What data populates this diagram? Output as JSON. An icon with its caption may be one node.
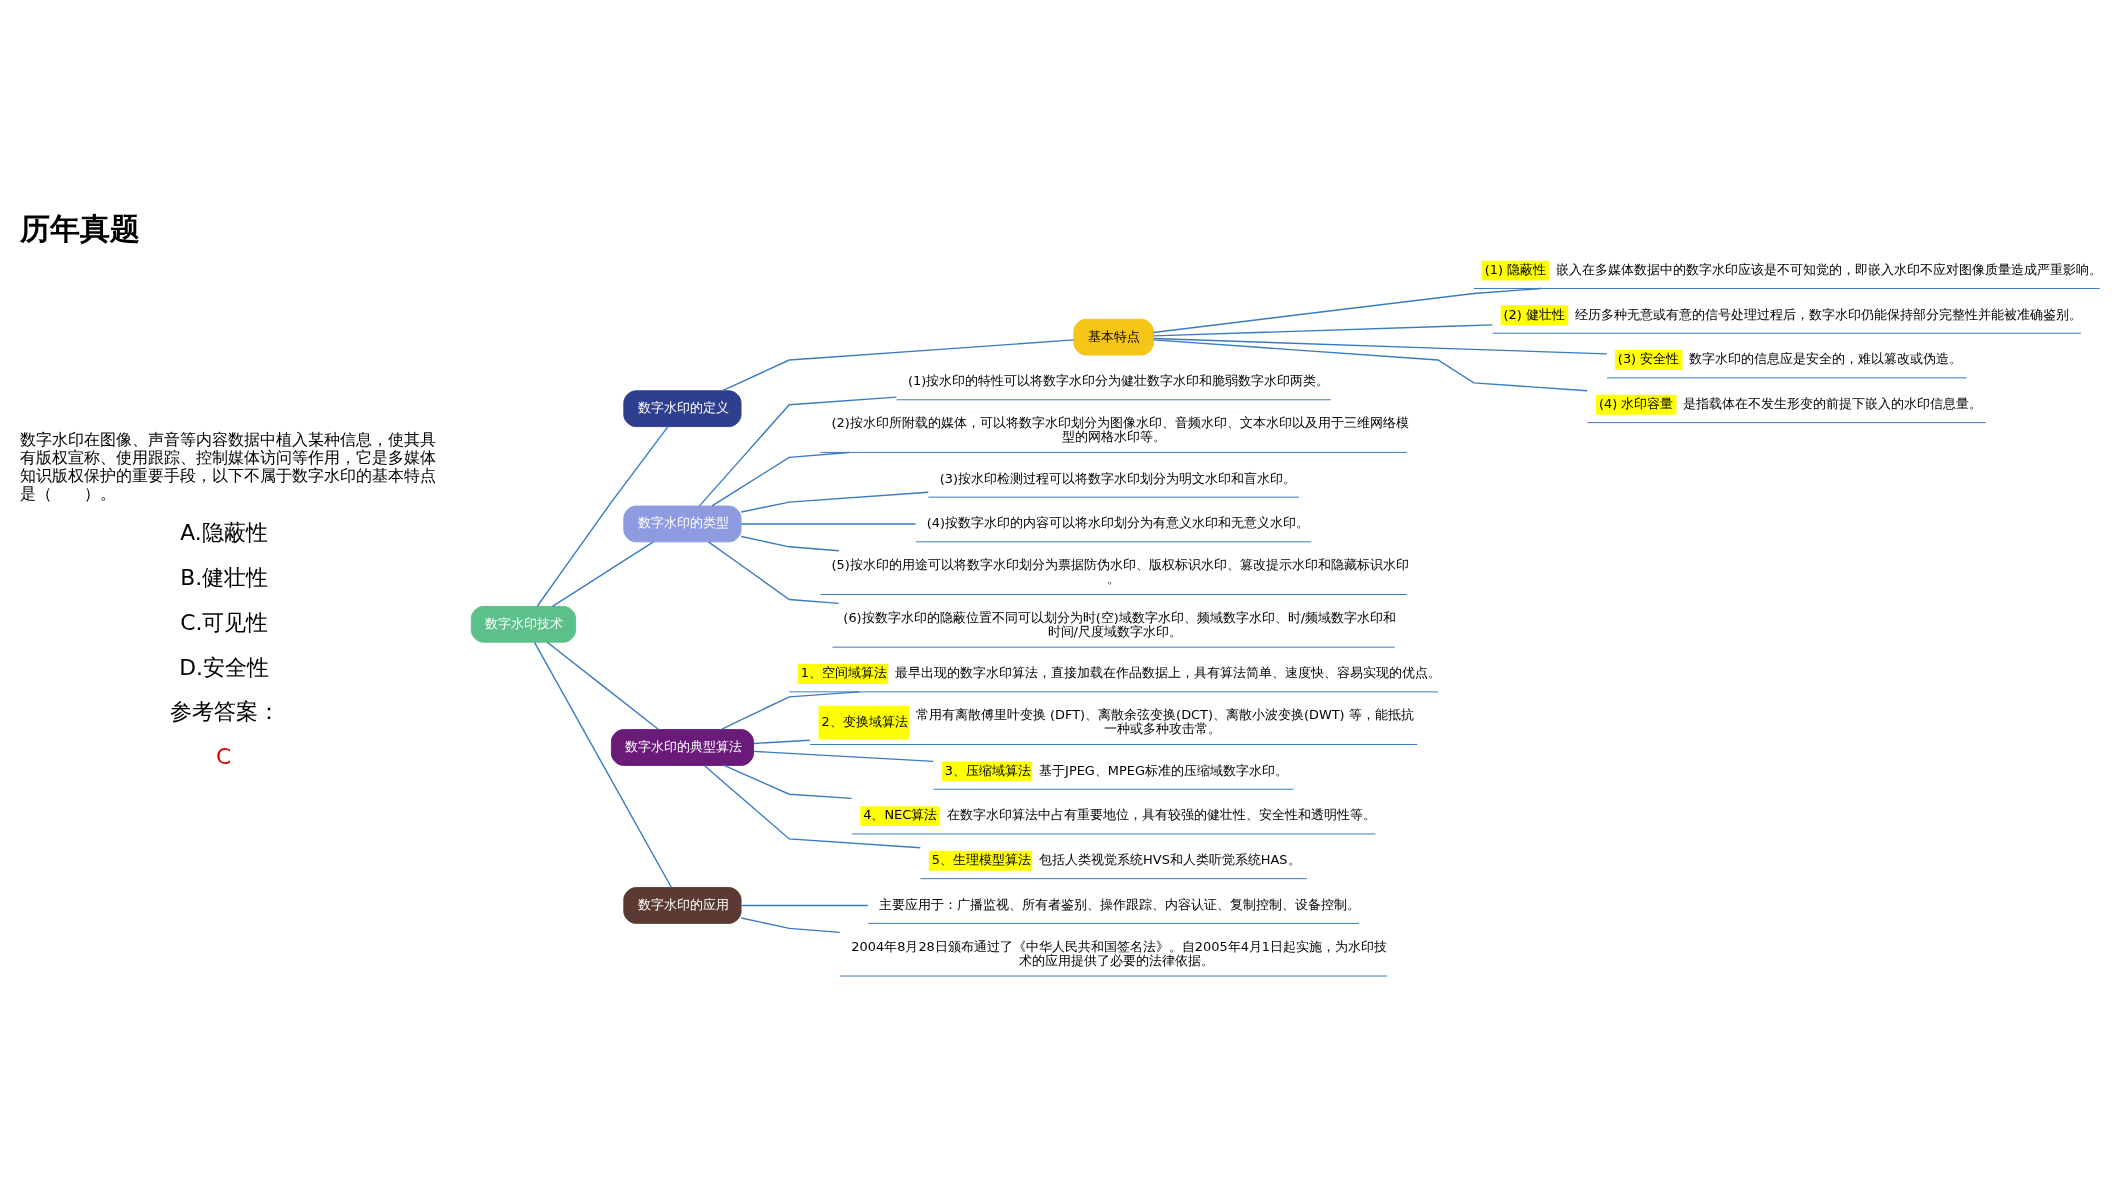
{
  "diagram": {
    "title": "历年真题",
    "nodes": [
      {
        "text": [
          "数字水印技术"
        ]
      },
      {
        "text": [
          "数字水印的定义"
        ]
      },
      {
        "text": [
          "基本特点"
        ]
      },
      {
        "text": [
          "(1) 隐蔽性",
          "嵌入在多媒体数据中的数字水印应该是不可知觉的，即嵌入水印不应对图像质量造成严重影响。"
        ]
      },
      {
        "text": [
          "(2) 健壮性",
          "经历多种无意或有意的信号处理过程后，数字水印仍能保持部分完整性并能被准确鉴别。"
        ]
      },
      {
        "text": [
          "(3) 安全性",
          "数字水印的信息应是安全的，难以篡改或伪造。"
        ]
      },
      {
        "text": [
          "(4) 水印容量",
          "是指载体在不发生形变的前提下嵌入的水印信息量。"
        ]
      },
      {
        "text": [
          "数字水印的类型"
        ]
      },
      {
        "text": [
          "(1)按水印的特性可以将数字水印分为健壮数字水印和脆弱数字水印两类。"
        ]
      },
      {
        "text": [
          "(2)按水印所附载的媒体，可以将数字水印划分为图像水印、音频水印、文本水印以及用于三维网络模型的网格水印等。"
        ]
      },
      {
        "text": [
          "(3)按水印检测过程可以将数字水印划分为明文水印和盲水印。"
        ]
      },
      {
        "text": [
          "(4)按数字水印的内容可以将水印划分为有意义水印和无意义水印。"
        ]
      },
      {
        "text": [
          "(5)按水印的用途可以将数字水印划分为票据防伪水印、版权标识水印、篡改提示水印和隐藏标识水印。"
        ]
      },
      {
        "text": [
          "(6)按数字水印的隐蔽位置不同可以划分为时(空)域数字水印、频域数字水印、时/频域数字水印和时间/尺度域数字水印。"
        ]
      },
      {
        "text": [
          "数字水印的典型算法"
        ]
      },
      {
        "text": [
          "1、空间域算法",
          "最早出现的数字水印算法，直接加载在作品数据上，具有算法简单、速度快、容易实现的优点。"
        ]
      },
      {
        "text": [
          "2、变换域算法",
          "常用有离散傅里叶变换 (DFT)、离散余弦变换(DCT)、离散小波变换(DWT) 等，能抵抗一种或多种攻击常。"
        ]
      },
      {
        "text": [
          "3、压缩域算法",
          "基于JPEG、MPEG标准的压缩域数字水印。"
        ]
      },
      {
        "text": [
          "4、NEC算法",
          "在数字水印算法中占有重要地位，具有较强的健壮性、安全性和透明性等。"
        ]
      },
      {
        "text": [
          "5、生理模型算法",
          "包括人类视觉系统HVS和人类听觉系统HAS。"
        ]
      },
      {
        "text": [
          "数字水印的应用"
        ]
      },
      {
        "text": [
          "主要应用于：广播监视、所有者鉴别、操作跟踪、内容认证、复制控制、设备控制。"
        ]
      },
      {
        "text": [
          "2004年8月28日颁布通过了《中华人民共和国签名法》。自2005年4月1日起实施，为水印技术的应用提供了必要的法律依据。"
        ]
      }
    ],
    "edges": [
      {
        "from": 0,
        "to": 1,
        "arrow": "none"
      },
      {
        "from": 0,
        "to": 7,
        "arrow": "none"
      },
      {
        "from": 0,
        "to": 14,
        "arrow": "none"
      },
      {
        "from": 0,
        "to": 20,
        "arrow": "none"
      },
      {
        "from": 1,
        "to": 2,
        "arrow": "none"
      },
      {
        "from": 2,
        "to": 3,
        "arrow": "none"
      },
      {
        "from": 2,
        "to": 4,
        "arrow": "none"
      },
      {
        "from": 2,
        "to": 5,
        "arrow": "none"
      },
      {
        "from": 2,
        "to": 6,
        "arrow": "none"
      },
      {
        "from": 7,
        "to": 8,
        "arrow": "none"
      },
      {
        "from": 7,
        "to": 9,
        "arrow": "none"
      },
      {
        "from": 7,
        "to": 10,
        "arrow": "none"
      },
      {
        "from": 7,
        "to": 11,
        "arrow": "none"
      },
      {
        "from": 7,
        "to": 12,
        "arrow": "none"
      },
      {
        "from": 7,
        "to": 13,
        "arrow": "none"
      },
      {
        "from": 14,
        "to": 15,
        "arrow": "none"
      },
      {
        "from": 14,
        "to": 16,
        "arrow": "none"
      },
      {
        "from": 14,
        "to": 17,
        "arrow": "none"
      },
      {
        "from": 14,
        "to": 18,
        "arrow": "none"
      },
      {
        "from": 14,
        "to": 19,
        "arrow": "none"
      },
      {
        "from": 20,
        "to": 21,
        "arrow": "none"
      },
      {
        "from": 20,
        "to": 22,
        "arrow": "none"
      }
    ],
    "labels": [
      "数字水印在图像、声音等内容数据中植入某种信息，使其具有版权宣称、使用跟踪、控制媒体访问等作用，它是多媒体知识版权保护的重要手段，以下不属于数字水印的基本特点是（　　）。",
      "A.隐蔽性",
      "B.健壮性",
      "C.可见性",
      "D.安全性",
      "参考答案：",
      "C"
    ]
  }
}
